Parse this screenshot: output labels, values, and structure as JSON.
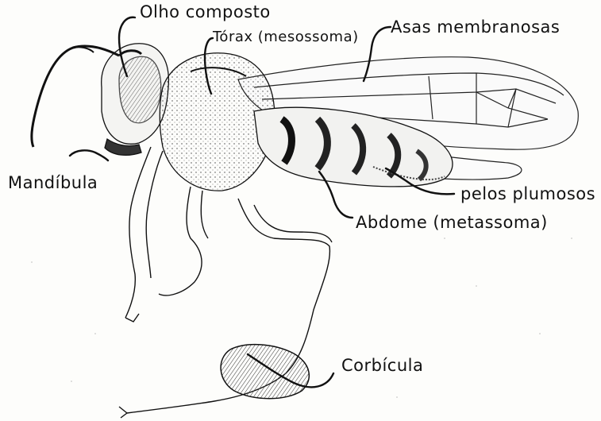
{
  "labels": {
    "compound_eye": "Olho composto",
    "thorax": "Tórax (mesossoma)",
    "membranous_wings": "Asas membranosas",
    "mandible": "Mandíbula",
    "plumose_hairs": "pelos plumosos",
    "abdomen": "Abdome (metassoma)",
    "corbicula": "Corbícula"
  },
  "colors": {
    "ink": "#111111",
    "paper": "#fdfdfb",
    "shade": "#2a2a2a"
  }
}
